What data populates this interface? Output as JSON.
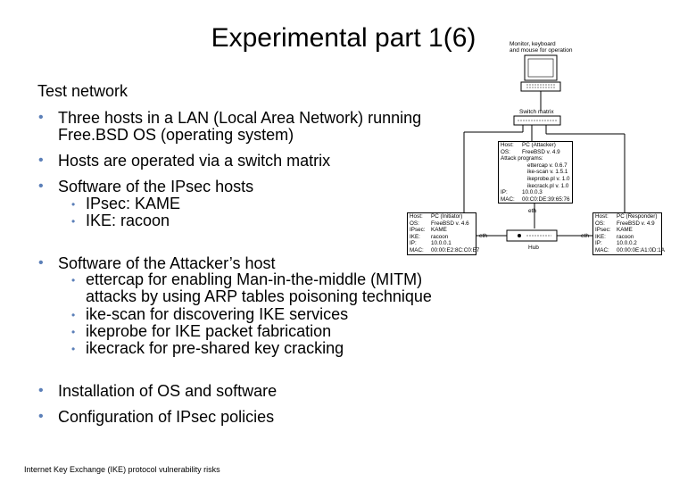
{
  "slide": {
    "title": "Experimental part 1(6)",
    "footer": "Internet Key Exchange (IKE) protocol vulnerability risks"
  },
  "content": {
    "heading": "Test network",
    "b1_line1": "Three hosts in a LAN (Local Area Network) running",
    "b1_line2": "Free.BSD OS (operating system)",
    "b2": "Hosts are operated via a switch matrix",
    "b3": "Software of the IPsec hosts",
    "b3_sub1": "IPsec: KAME",
    "b3_sub2": "IKE: racoon",
    "b4": "Software of the Attacker’s host",
    "b4_sub1_line1": "ettercap for enabling Man-in-the-middle (MITM)",
    "b4_sub1_line2": "attacks by using ARP tables poisoning technique",
    "b4_sub2": "ike-scan for discovering IKE services",
    "b4_sub3": "ikeprobe for IKE packet fabrication",
    "b4_sub4": "ikecrack for pre-shared key cracking",
    "b5": "Installation of OS and software",
    "b6": "Configuration of  IPsec policies"
  },
  "diagram": {
    "console_label_1": "Monitor, keyboard",
    "console_label_2": "and mouse for operation",
    "switch_label": "Switch matrix",
    "hub_label": "Hub",
    "eth_top": "eth",
    "eth_left": "eth",
    "eth_right": "eth",
    "attacker": {
      "rows": [
        {
          "k": "Host:",
          "v": "PC (Attacker)"
        },
        {
          "k": "OS:",
          "v": "FreeBSD v. 4.9"
        },
        {
          "k": "Attack programs:",
          "v": ""
        },
        {
          "k": "",
          "v": "ettercap v. 0.6.7"
        },
        {
          "k": "",
          "v": "ike-scan v. 1.5.1"
        },
        {
          "k": "",
          "v": "ikeprobe.pl v. 1.0"
        },
        {
          "k": "",
          "v": "ikecrack.pl v. 1.0"
        },
        {
          "k": "IP:",
          "v": "10.0.0.3"
        },
        {
          "k": "MAC:",
          "v": "00:C0:DE:39:65:76"
        }
      ]
    },
    "initiator": {
      "rows": [
        {
          "k": "Host:",
          "v": "PC (Initiator)"
        },
        {
          "k": "OS:",
          "v": "FreeBSD v. 4.6"
        },
        {
          "k": "IPsec:",
          "v": "KAME"
        },
        {
          "k": "IKE:",
          "v": "racoon"
        },
        {
          "k": "IP:",
          "v": "10.0.0.1"
        },
        {
          "k": "MAC:",
          "v": "00:00:E2:8C:C0:E7"
        }
      ]
    },
    "responder": {
      "rows": [
        {
          "k": "Host:",
          "v": "PC (Responder)"
        },
        {
          "k": "OS:",
          "v": "FreeBSD v. 4.9"
        },
        {
          "k": "IPsec:",
          "v": "KAME"
        },
        {
          "k": "IKE:",
          "v": "racoon"
        },
        {
          "k": "IP:",
          "v": "10.0.0.2"
        },
        {
          "k": "MAC:",
          "v": "00:00:0E:A1:0D:1A"
        }
      ]
    }
  }
}
